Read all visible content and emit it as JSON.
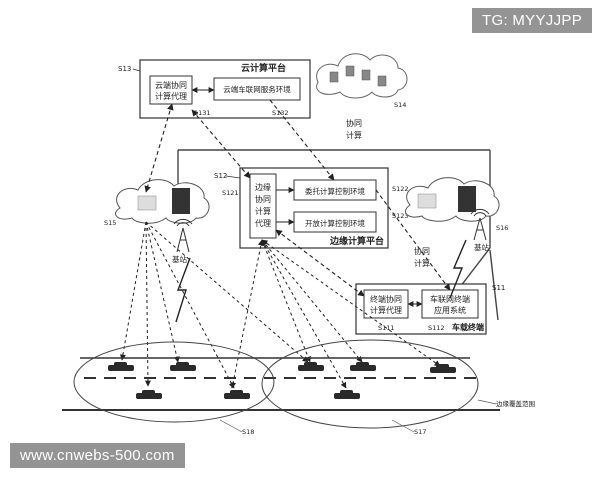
{
  "watermarks": {
    "top": "TG: MYYJJPP",
    "bottom": "www.cnwebs-500.com"
  },
  "cloud_platform": {
    "id": "S13",
    "title": "云计算平台",
    "agent_line1": "云端协同",
    "agent_line2": "计算代理",
    "agent_id": "S131",
    "env": "云端车联网服务环境",
    "env_id": "S132",
    "server_cloud_id": "S14"
  },
  "edge_platform": {
    "id": "S12",
    "title": "边缘计算平台",
    "agent": [
      "边缘",
      "协同",
      "计算",
      "代理"
    ],
    "agent_id": "S121",
    "env1": "委托计算控制环境",
    "env1_id": "S122",
    "env2": "开放计算控制环境",
    "env2_id": "S123"
  },
  "terminal": {
    "id": "S11",
    "title": "车载终端",
    "agent_line1": "终端协同",
    "agent_line2": "计算代理",
    "agent_id": "S111",
    "app_line1": "车联网终端",
    "app_line2": "应用系统",
    "app_id": "S112"
  },
  "labels": {
    "coop1": "协同",
    "coop2": "计算",
    "base_station": "基站",
    "left_station_id": "S15",
    "right_station_id": "S16",
    "road_id": "S17",
    "coverage_id": "S18",
    "coverage_text": "边缘覆盖范围"
  },
  "colors": {
    "line": "#222222",
    "box_fill": "#ffffff",
    "car": "#2a2a2a"
  }
}
